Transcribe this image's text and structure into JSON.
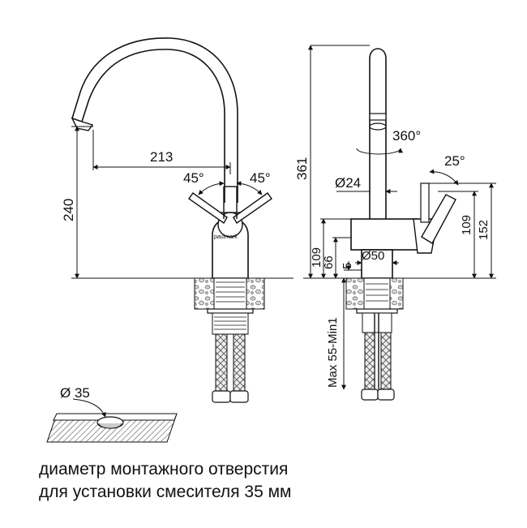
{
  "drawing": {
    "brand": "paulmark",
    "front_view": {
      "spout_reach": "213",
      "height": "240",
      "handle_angle_left": "45°",
      "handle_angle_right": "45°"
    },
    "side_view": {
      "total_height": "361",
      "rotation": "360°",
      "tilt_angle": "25°",
      "spout_diameter": "Ø24",
      "base_diameter": "Ø50",
      "body_height": "109",
      "lower_height": "66",
      "base_height": "5",
      "handle_height": "109",
      "handle_total_height": "152",
      "countertop_thickness": "Max 55-Min1"
    },
    "hole": {
      "diameter": "Ø 35"
    }
  },
  "caption": {
    "line1": "диаметр монтажного отверстия",
    "line2": "для установки смесителя 35 мм"
  },
  "colors": {
    "line": "#111111",
    "stone_fill": "#d9d9d9",
    "hatch": "#8a8a8a"
  }
}
